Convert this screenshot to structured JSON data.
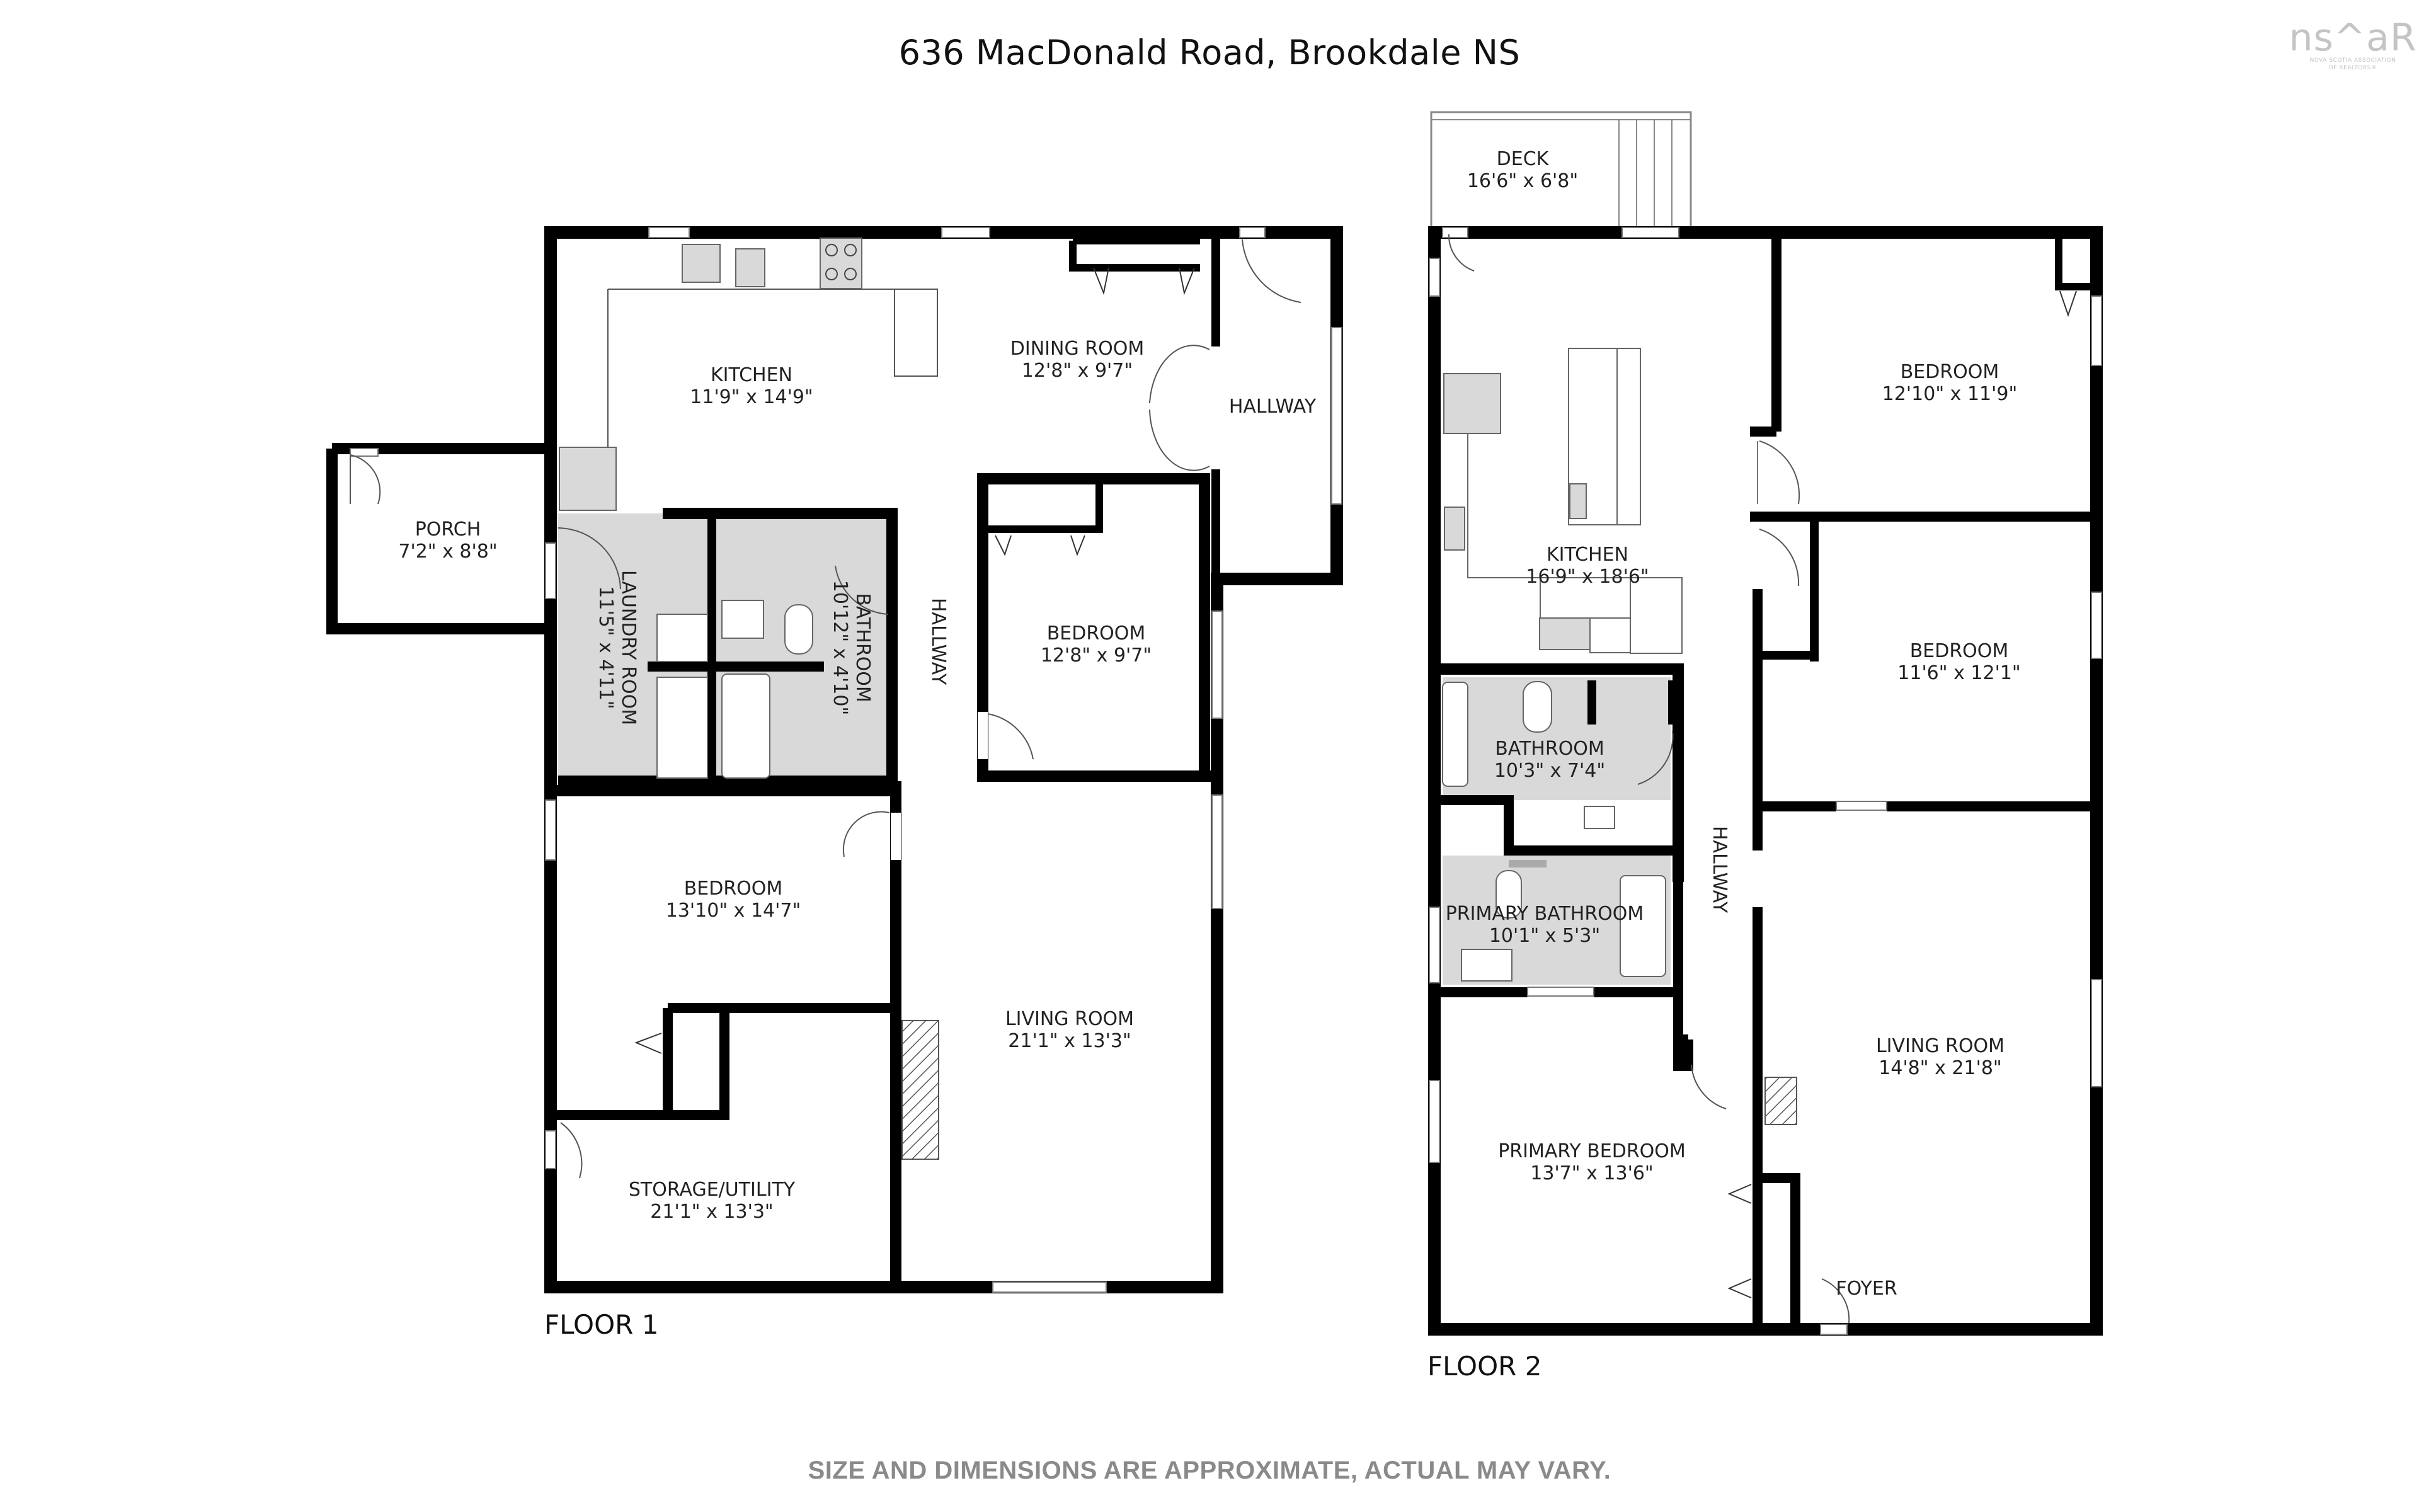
{
  "header": {
    "address": "636 MacDonald Road, Brookdale NS"
  },
  "logo": {
    "mark": "ns^aR",
    "line1": "NOVA SCOTIA ASSOCIATION",
    "line2": "OF REALTORS®"
  },
  "footer": {
    "disclaimer": "SIZE AND DIMENSIONS ARE APPROXIMATE, ACTUAL MAY VARY."
  },
  "colors": {
    "wall": "#000000",
    "wet_room_fill": "#d9d9d9",
    "background": "#ffffff",
    "disclaimer_text": "#8a8a8a"
  },
  "floors": [
    {
      "label": "FLOOR 1",
      "rooms": [
        {
          "name": "KITCHEN",
          "dims": "11'9\" x 14'9\""
        },
        {
          "name": "DINING ROOM",
          "dims": "12'8\" x 9'7\""
        },
        {
          "name": "HALLWAY",
          "dims": ""
        },
        {
          "name": "PORCH",
          "dims": "7'2\" x 8'8\""
        },
        {
          "name": "LAUNDRY ROOM",
          "dims": "11'5\" x 4'11\""
        },
        {
          "name": "BATHROOM",
          "dims": "10'12\" x 4'10\""
        },
        {
          "name": "HALLWAY",
          "dims": ""
        },
        {
          "name": "BEDROOM",
          "dims": "12'8\" x 9'7\""
        },
        {
          "name": "BEDROOM",
          "dims": "13'10\" x 14'7\""
        },
        {
          "name": "LIVING ROOM",
          "dims": "21'1\" x 13'3\""
        },
        {
          "name": "STORAGE/UTILITY",
          "dims": "21'1\" x 13'3\""
        }
      ]
    },
    {
      "label": "FLOOR 2",
      "rooms": [
        {
          "name": "DECK",
          "dims": "16'6\" x 6'8\""
        },
        {
          "name": "BEDROOM",
          "dims": "12'10\" x 11'9\""
        },
        {
          "name": "KITCHEN",
          "dims": "16'9\" x 18'6\""
        },
        {
          "name": "BEDROOM",
          "dims": "11'6\" x 12'1\""
        },
        {
          "name": "BATHROOM",
          "dims": "10'3\" x 7'4\""
        },
        {
          "name": "HALLWAY",
          "dims": ""
        },
        {
          "name": "PRIMARY BATHROOM",
          "dims": "10'1\" x 5'3\""
        },
        {
          "name": "LIVING ROOM",
          "dims": "14'8\" x 21'8\""
        },
        {
          "name": "PRIMARY BEDROOM",
          "dims": "13'7\" x 13'6\""
        },
        {
          "name": "FOYER",
          "dims": ""
        }
      ]
    }
  ]
}
